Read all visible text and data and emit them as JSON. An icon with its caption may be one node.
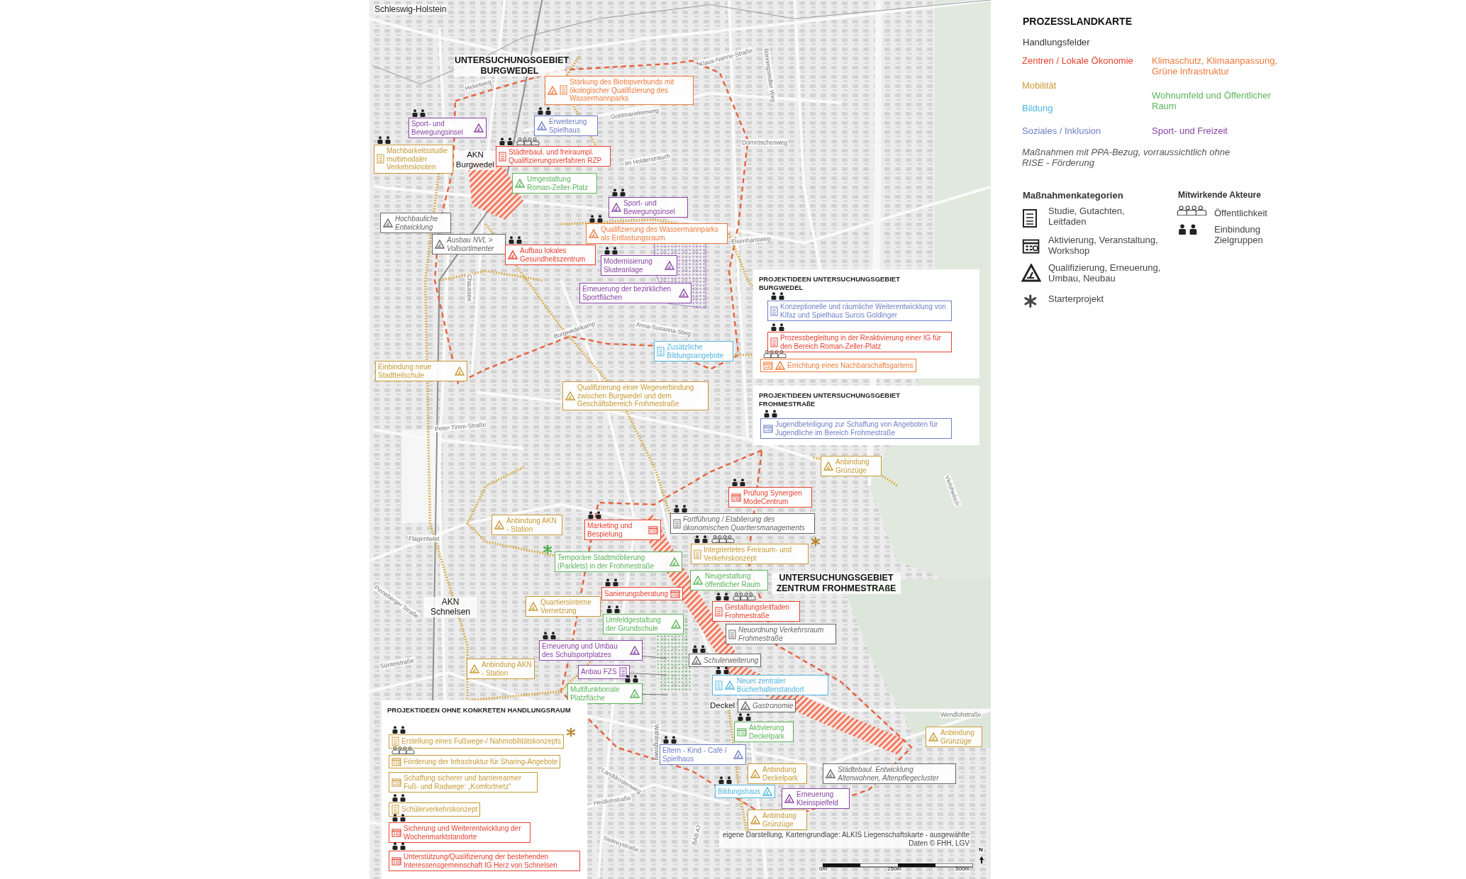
{
  "diagram": {
    "title": "PROZESSLANDKARTE",
    "caption": "eigene Darstellung, Kartengrundlage: ALKIS Liegenschaftskarte - ausgewählte Daten © FHH, LGV",
    "nodes": [
      {
        "text": [
          "Stärkung des Biotopverbunds mit ökologischer Qualifizierung des Wassermannparks"
        ]
      },
      {
        "text": [
          "Sport- und Bewegungsinsel"
        ]
      },
      {
        "text": [
          "Erweiterung Spielhaus"
        ]
      },
      {
        "text": [
          "Machbarkeitsstudie multimodaler Verkehrsknoten"
        ]
      },
      {
        "text": [
          "Städtebaul. und freiraumpl. Qualifizierungsverfahren RZP"
        ]
      },
      {
        "text": [
          "Umgestaltung Roman-Zeller-Platz"
        ]
      },
      {
        "text": [
          "Sport- und Bewegungsinsel"
        ]
      },
      {
        "text": [
          "Hochbauliche Entwicklung"
        ]
      },
      {
        "text": [
          "Qualifizierung des Wassermannparks als Entlastungsraum"
        ]
      },
      {
        "text": [
          "Ausbau NVL > Vollsortimenter"
        ]
      },
      {
        "text": [
          "Aufbau lokales Gesundheitszentrum"
        ]
      },
      {
        "text": [
          "Modernisierung Skateanlage"
        ]
      },
      {
        "text": [
          "Erneuerung der bezirklichen Sportflächen"
        ]
      },
      {
        "text": [
          "Zusätzliche Bildungsangebote"
        ]
      },
      {
        "text": [
          "Einbindung neue Stadtteilschule"
        ]
      },
      {
        "text": [
          "Qualifizierung einer Wegeverbindung zwischen Burgwedel und dem Geschäftsbereich Frohmestraße"
        ]
      },
      {
        "text": [
          "PROJEKTIDEEN UNTERSUCHUNGSGEBIET BURGWEDEL"
        ]
      },
      {
        "text": [
          "Konzeptionelle und räumliche Weiterentwicklung von Kifaz und Spielhaus Surcis Goldinger"
        ],
        "in": 16
      },
      {
        "text": [
          "Prozessbegleitung in der Reaktivierung einer IG für den Bereich Roman-Zeller-Platz"
        ],
        "in": 16
      },
      {
        "text": [
          "Errichtung eines Nachbarschaftsgartens"
        ],
        "in": 16
      },
      {
        "text": [
          "PROJEKTIDEEN UNTERSUCHUNGSGEBIET FROHMESTRAßE"
        ]
      },
      {
        "text": [
          "Jugendbeteiligung zur Schaffung von Angeboten für Jugendliche im Bereich Frohmestraße"
        ],
        "in": 20
      },
      {
        "text": [
          "Anbindung Grünzüge"
        ]
      },
      {
        "text": [
          "Prüfung Synergien ModeCentrum"
        ]
      },
      {
        "text": [
          "Anbindung AKN - Station"
        ]
      },
      {
        "text": [
          "Marketing und Bespielung"
        ]
      },
      {
        "text": [
          "Fortführung / Etablierung des ökonomischen Quartiersmanagements"
        ]
      },
      {
        "text": [
          "Integriertetes Freiraum- und Verkehrskonzept"
        ]
      },
      {
        "text": [
          "Temporäre Stadtmöblierung (Parklets) in der Frohmestraße"
        ]
      },
      {
        "text": [
          "Neugestaltung öffentlicher Raum"
        ]
      },
      {
        "text": [
          "Sanierungsberatung"
        ]
      },
      {
        "text": [
          "Gestaltungsleitfaden Frohmestraße"
        ]
      },
      {
        "text": [
          "Quartiersinterne Vernetzung"
        ]
      },
      {
        "text": [
          "Umfeldgestaltung der Grundschule"
        ]
      },
      {
        "text": [
          "Neuordnung Verkehrsraum Frohmestraße"
        ]
      },
      {
        "text": [
          "Erneuerung und Umbau des Schulsportplatzes"
        ]
      },
      {
        "text": [
          "Schulerweiterung"
        ]
      },
      {
        "text": [
          "Anbindung AKN - Station"
        ]
      },
      {
        "text": [
          "Anbau FZS"
        ]
      },
      {
        "text": [
          "Neuer zentraler Bücherhallenstandort"
        ]
      },
      {
        "text": [
          "Multifunktionale Platzfläche"
        ]
      },
      {
        "text": [
          "Gastronomie"
        ]
      },
      {
        "text": [
          "Aktivierung Deckelpark"
        ]
      },
      {
        "text": [
          "Anbindung Grünzüge"
        ]
      },
      {
        "text": [
          "Eltern - Kind - Café / Spielhaus"
        ]
      },
      {
        "text": [
          "Anbindung Deckelpark"
        ]
      },
      {
        "text": [
          "Städtebaul. Entwicklung Altenwohnen, Altenpflegecluster"
        ]
      },
      {
        "text": [
          "Bildungshaus"
        ]
      },
      {
        "text": [
          "Erneuerung Kleinspielfeld"
        ]
      },
      {
        "text": [
          "Anbindung Grünzüge"
        ]
      },
      {
        "text": [
          "PROJEKTIDEEN OHNE KONKRETEN HANDLUNGSRAUM"
        ]
      },
      {
        "text": [
          "Erstellung eines Fußwege-/ Nahmobilitätskonzepts"
        ],
        "in": 50
      },
      {
        "text": [
          "Förderung der Infrastruktur für Sharing-Angebote"
        ],
        "in": 50
      },
      {
        "text": [
          "Schaffung sicherer und barrierearmer Fuß- und Radwege: „Komfortnetz“"
        ],
        "in": 50
      },
      {
        "text": [
          "Schülerverkehrskonzept"
        ],
        "in": 50
      },
      {
        "text": [
          "Sicherung und Weiterentwicklung der Wochenmarktstandorte"
        ],
        "in": 50
      },
      {
        "text": [
          "Unterstützung/Qualifizierung der bestehenden Interessensgemeinschaft IG Herz von Schnelsen"
        ],
        "in": 50
      }
    ],
    "edges": [
      {
        "from": 35,
        "to": null,
        "arrow": "none"
      },
      {
        "from": 38,
        "to": null,
        "arrow": "none"
      },
      {
        "from": 40,
        "to": null,
        "arrow": "none"
      }
    ],
    "labels": [
      "Schleswig-Holstein",
      "UNTERSUCHUNGSGEBIET BURGWEDEL",
      "AKN Burgwedel",
      "UNTERSUCHUNGSGEBIET ZENTRUM FROHMESTRAßE",
      "AKN Schnelsen",
      "Deckel",
      "Heketweg",
      "Goldmariekenweg",
      "Klaus-Nanne-Straße",
      "Bönningstedter Weg",
      "Dornröschenweg",
      "Im Holderstrauch",
      "Chaussee",
      "Eisenhansweg",
      "Burgwedelkamp",
      "Anna-Susanna-Stieg",
      "Peter-Timm-Straße",
      "Flagentwiet",
      "Pinneberger Straße",
      "Süntelstraße",
      "Wählingsweg",
      "Landdrostenweg",
      "Heidlohstraße",
      "Siekreystraße",
      "BAB A7",
      "Wendlohstraße",
      "Vielohwisch",
      "0m",
      "250m",
      "500m",
      "N",
      "Handlungsfelder",
      "Maßnahmenkategorien",
      "Mitwirkende Akteure"
    ],
    "legend": [
      {
        "text": "Zentren / Lokale Ökonomie",
        "color": "#e8412f"
      },
      {
        "text": "Klimaschutz, Klimaanpassung, Grüne Infrastruktur",
        "color": "#ee7a3b"
      },
      {
        "text": "Mobilität",
        "color": "#c89a35"
      },
      {
        "text": "Wohnumfeld und Öffentlicher Raum",
        "color": "#5bb45a"
      },
      {
        "text": "Bildung",
        "color": "#4fb6e4"
      },
      {
        "text": "Soziales / Inklusion",
        "color": "#6e7fc8"
      },
      {
        "text": "Sport- und Freizeit",
        "color": "#8a45a6"
      },
      {
        "text": "Maßnahmen mit PPA-Bezug, vorraussichtlich ohne RISE - Förderung"
      },
      {
        "text": "Studie, Gutachten, Leitfaden"
      },
      {
        "text": "Aktivierung, Veranstaltung, Workshop"
      },
      {
        "text": "Qualifizierung, Erneuerung, Umbau, Neubau"
      },
      {
        "text": "Starterprojekt"
      },
      {
        "text": "Öffentlichkeit"
      },
      {
        "text": "Einbindung Zielgruppen"
      }
    ]
  }
}
